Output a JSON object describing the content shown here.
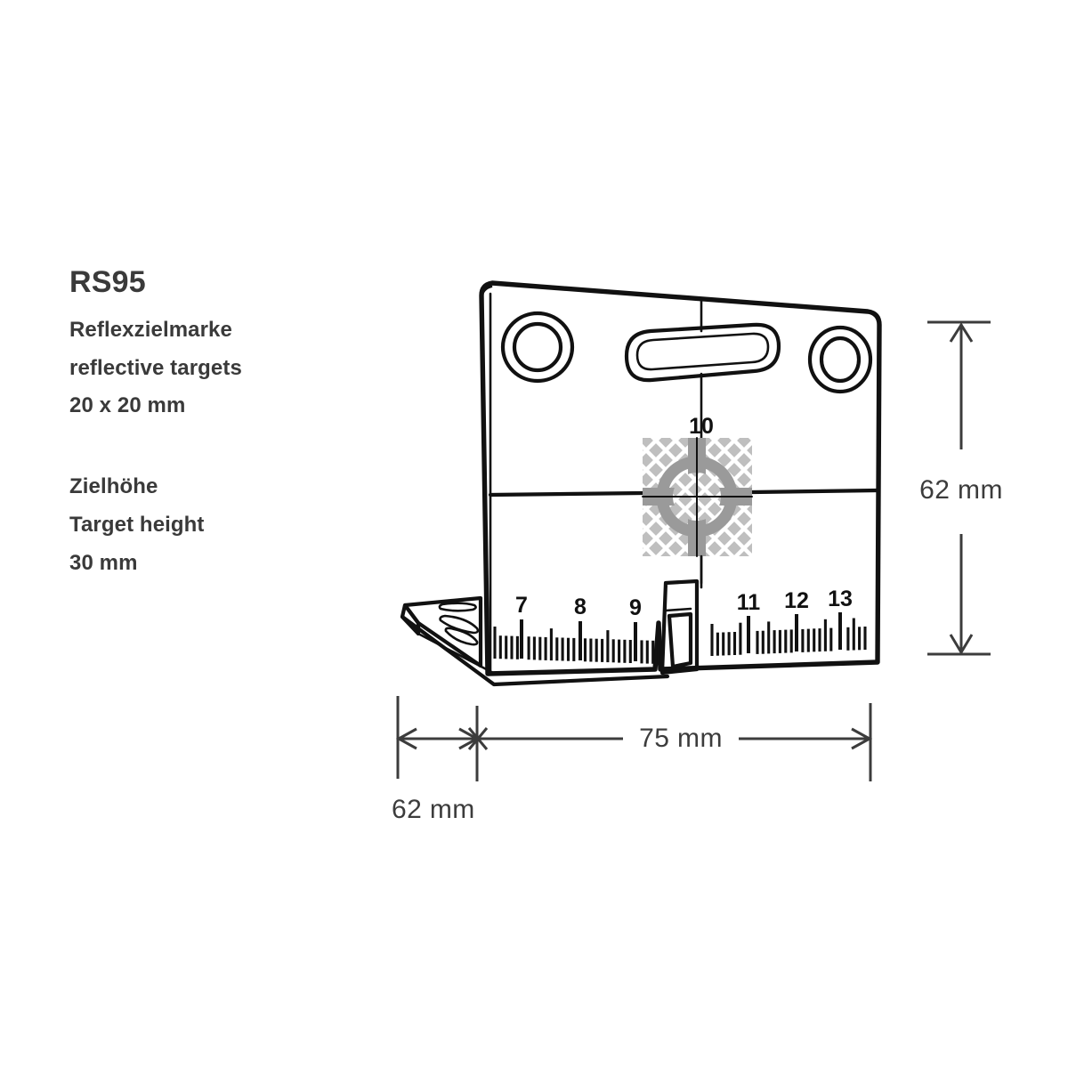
{
  "page": {
    "background": "#ffffff",
    "ink_color": "#111111",
    "text_color": "#3a3a3a",
    "dim_color": "#3c3c3c"
  },
  "spec": {
    "title": "RS95",
    "line_de": "Reflexzielmarke",
    "line_en": "reflective targets",
    "line_size": "20 x 20 mm",
    "height_label_de": "Zielhöhe",
    "height_label_en": "Target height",
    "height_value": "30 mm"
  },
  "dimensions": {
    "height_right": "62 mm",
    "width_bottom": "75 mm",
    "depth_bottom": "62 mm"
  },
  "ruler": {
    "center_label": "10",
    "left_marks": [
      "7",
      "8",
      "9"
    ],
    "right_marks": [
      "11",
      "12",
      "13"
    ]
  },
  "target": {
    "name": "reflective-target-sticker",
    "fill": "#bfbfbf",
    "cross_fill": "#9a9a9a",
    "hatch_stroke": "#ffffff"
  }
}
